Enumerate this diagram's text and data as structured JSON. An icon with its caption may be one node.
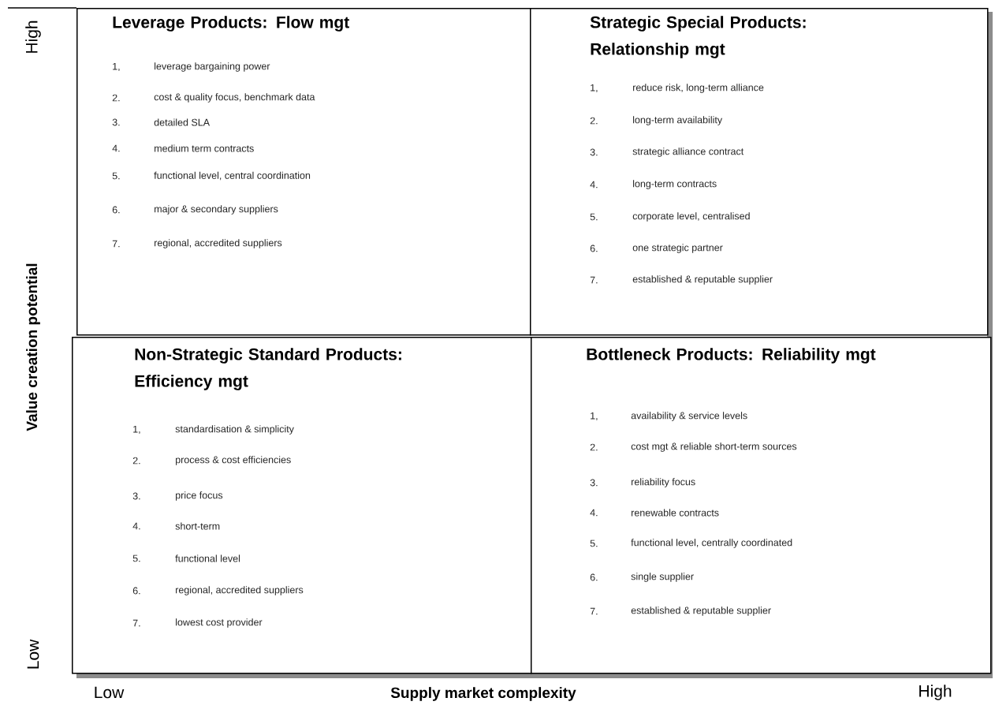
{
  "diagram": {
    "nodes": [
      {
        "text": [
          "Leverage Products: Flow mgt",
          "1,",
          "leverage bargaining power",
          "2.",
          "cost & quality focus, benchmark data",
          "3.",
          "detailed SLA",
          "4.",
          "medium term contracts",
          "5.",
          "functional level, central coordination",
          "6.",
          "major & secondary suppliers",
          "7.",
          "regional, accredited suppliers"
        ]
      },
      {
        "text": [
          "Strategic Special Products: Relationship mgt",
          "1,",
          "reduce risk, long-term alliance",
          "2.",
          "long-term availability",
          "3.",
          "strategic alliance contract",
          "4.",
          "long-term contracts",
          "5.",
          "corporate level, centralised",
          "6.",
          "one strategic partner",
          "7.",
          "established & reputable supplier"
        ]
      },
      {
        "text": [
          "Non-Strategic Standard Products: Efficiency mgt",
          "1,",
          "standardisation & simplicity",
          "2.",
          "process & cost efficiencies",
          "3.",
          "price focus",
          "4.",
          "short-term",
          "5.",
          "functional level",
          "6.",
          "regional, accredited suppliers",
          "7.",
          "lowest cost provider"
        ]
      },
      {
        "text": [
          "Bottleneck Products: Reliability mgt",
          "1,",
          "availability & service levels",
          "2.",
          "cost mgt & reliable short-term sources",
          "3.",
          "reliability focus",
          "4.",
          "renewable contracts",
          "5.",
          "functional level, centrally coordinated",
          "6.",
          "single supplier",
          "7.",
          "established & reputable supplier"
        ]
      }
    ],
    "labels": [
      "High",
      "Value creation potential",
      "Low",
      "Low",
      "Supply market complexity",
      "High"
    ]
  }
}
